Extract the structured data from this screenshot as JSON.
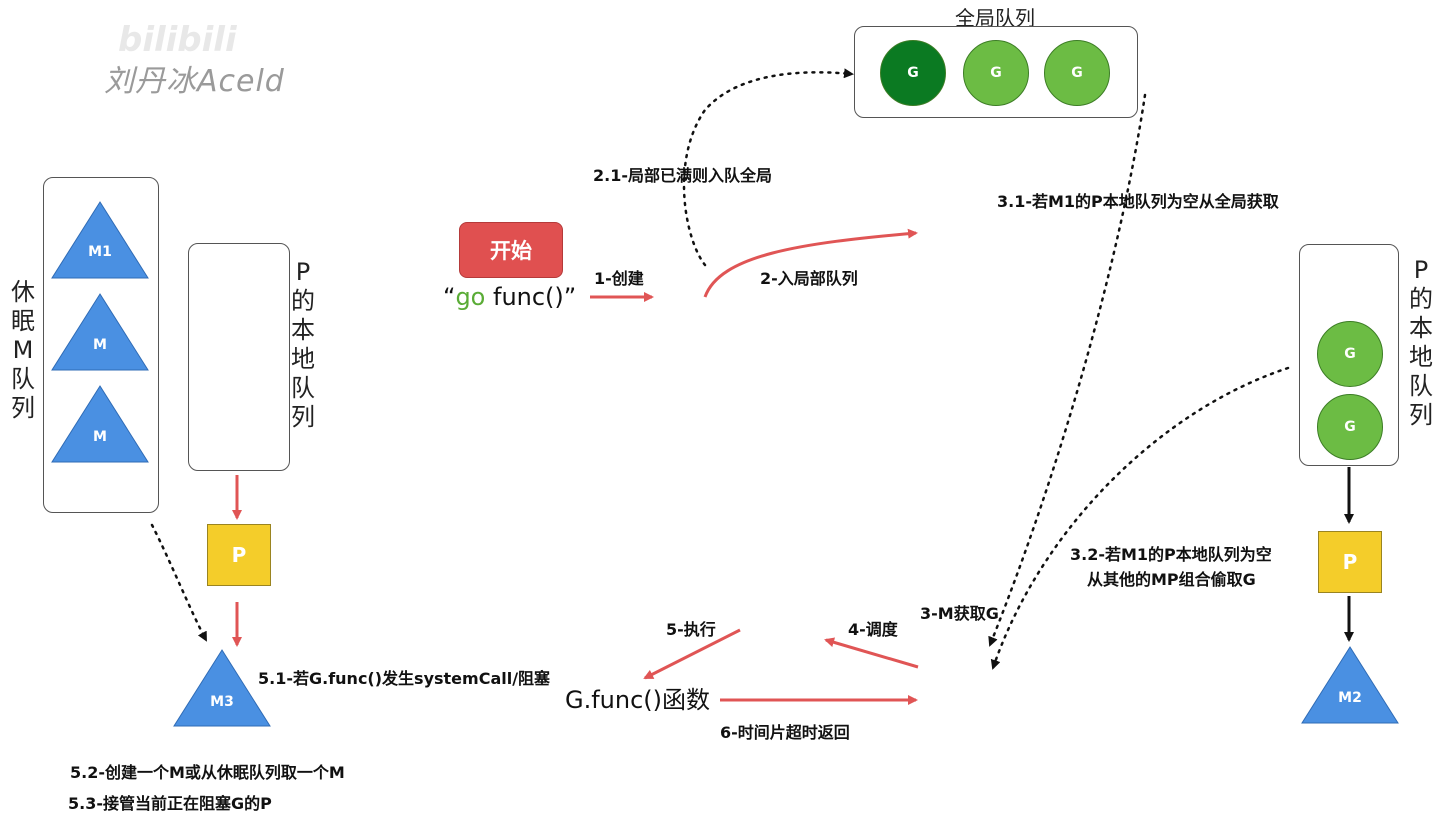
{
  "watermark": {
    "brand": "bilibili",
    "author": "刘丹冰Aceld"
  },
  "global_queue": {
    "title": "全局队列",
    "items": [
      "G",
      "G",
      "G"
    ]
  },
  "sleep_m_queue": {
    "title_chars": [
      "休",
      "眠",
      "M",
      "队",
      "列"
    ],
    "items": [
      "M1",
      "M",
      "M"
    ]
  },
  "p_local_left": {
    "title_chars": [
      "P",
      "的",
      "本",
      "地",
      "队",
      "列"
    ]
  },
  "p_local_right": {
    "title_chars": [
      "P",
      "的",
      "本",
      "地",
      "队",
      "列"
    ],
    "items": [
      "G",
      "G"
    ]
  },
  "p_left": "P",
  "p_right": "P",
  "m3": "M3",
  "m2": "M2",
  "start_button": "开始",
  "go_func": {
    "open_quote": "“",
    "go": "go",
    "rest": " func()”"
  },
  "gfunc_label": "G.func()函数",
  "steps": {
    "s1": "1-创建",
    "s2": "2-入局部队列",
    "s21": "2.1-局部已满则入队全局",
    "s31": "3.1-若M1的P本地队列为空从全局获取",
    "s32_line1": "3.2-若M1的P本地队列为空",
    "s32_line2": "从其他的MP组合偷取G",
    "s3": "3-M获取G",
    "s4": "4-调度",
    "s5": "5-执行",
    "s6": "6-时间片超时返回",
    "s51": "5.1-若G.func()发生systemCall/阻塞",
    "s52": "5.2-创建一个M或从休眠队列取一个M",
    "s53": "5.3-接管当前正在阻塞G的P"
  },
  "colors": {
    "g_dark": "#0b7a22",
    "g_light": "#6cbc44",
    "m_blue": "#4a90e2",
    "p_yellow": "#f4cd2a",
    "arrow_red": "#e05555",
    "start_red": "#e05050",
    "go_green": "#5aac36"
  }
}
